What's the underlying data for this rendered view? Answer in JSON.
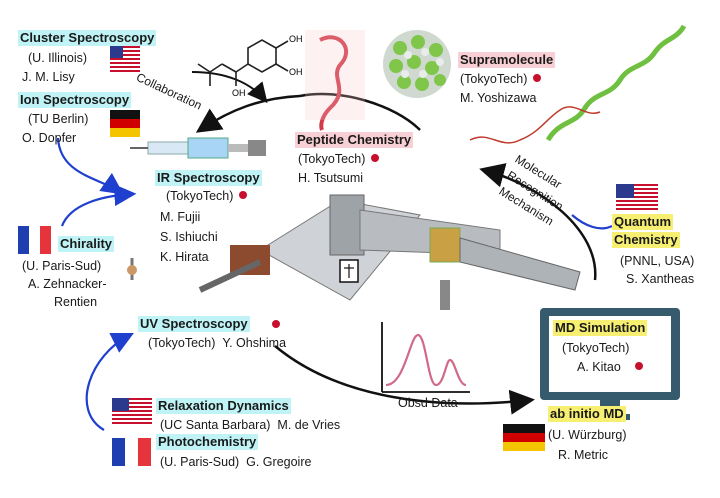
{
  "groups": {
    "cluster": {
      "title": "Cluster Spectroscopy",
      "affil": "(U. Illinois)",
      "person": "J. M. Lisy"
    },
    "ion": {
      "title": "Ion Spectroscopy",
      "affil": "(TU Berlin)",
      "person": "O. Dopfer"
    },
    "ir": {
      "title": "IR Spectroscopy",
      "affil": "(TokyoTech)",
      "p1": "M. Fujii",
      "p2": "S. Ishiuchi",
      "p3": "K. Hirata"
    },
    "chirality": {
      "title": "Chirality",
      "affil": "(U. Paris-Sud)",
      "p1": "A. Zehnacker-",
      "p2": "Rentien"
    },
    "uv": {
      "title": "UV Spectroscopy",
      "affil": "(TokyoTech)",
      "person": "Y. Ohshima"
    },
    "relax": {
      "title": "Relaxation Dynamics",
      "affil": "(UC Santa Barbara)",
      "person": "M. de Vries"
    },
    "photo": {
      "title": "Photochemistry",
      "affil": "(U. Paris-Sud)",
      "person": "G. Gregoire"
    },
    "peptide": {
      "title": "Peptide Chemistry",
      "affil": "(TokyoTech)",
      "person": "H. Tsutsumi"
    },
    "supra": {
      "title": "Supramolecule",
      "affil": "(TokyoTech)",
      "person": "M. Yoshizawa"
    },
    "quantum": {
      "title1": "Quantum",
      "title2": "Chemistry",
      "affil": "(PNNL, USA)",
      "person": "S. Xantheas"
    },
    "md": {
      "title": "MD Simulation",
      "affil": "(TokyoTech)",
      "person": "A. Kitao"
    },
    "abinitio": {
      "title": "ab initio MD",
      "affil": "(U. Würzburg)",
      "person": "R. Metric"
    }
  },
  "arrows": {
    "collaboration": "Collaboration",
    "mol1": "Molecular",
    "mol2": "Recognition",
    "mol3": "Mechanism"
  },
  "chart_label": "Obsd Data",
  "colors": {
    "cyan": "#bff3f6",
    "pink": "#f7cfd4",
    "yellow": "#f7ef72",
    "blue_arrow": "#1f3fcf",
    "japan_red": "#c8102e"
  }
}
